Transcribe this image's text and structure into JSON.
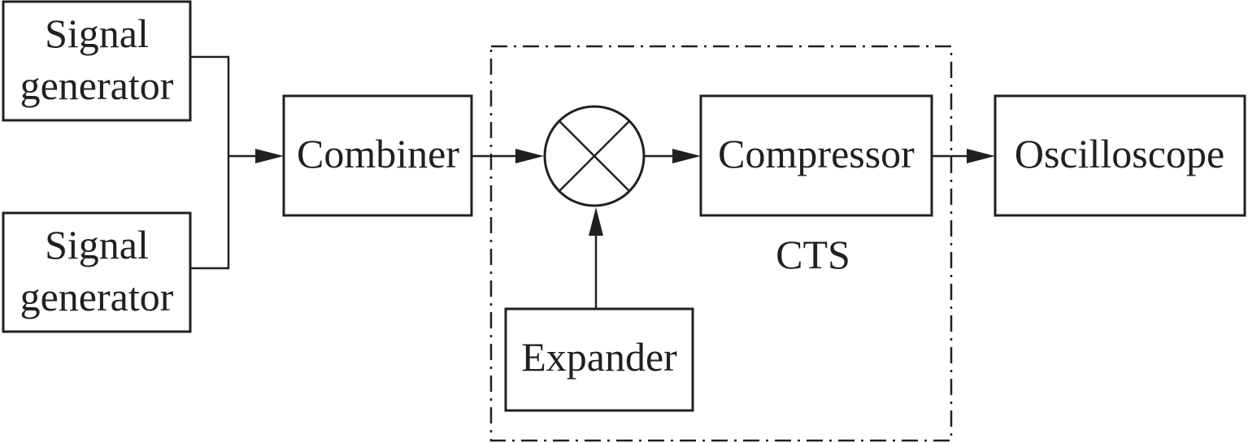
{
  "diagram": {
    "blocks": {
      "signal_generator_1": {
        "line1": "Signal",
        "line2": "generator"
      },
      "signal_generator_2": {
        "line1": "Signal",
        "line2": "generator"
      },
      "combiner": {
        "label": "Combiner"
      },
      "compressor": {
        "label": "Compressor"
      },
      "expander": {
        "label": "Expander"
      },
      "oscilloscope": {
        "label": "Oscilloscope"
      }
    },
    "mixer": {
      "symbol": "mixer-icon"
    },
    "group": {
      "label": "CTS"
    },
    "connections": [
      {
        "from": "signal_generator_1",
        "to": "combiner"
      },
      {
        "from": "signal_generator_2",
        "to": "combiner"
      },
      {
        "from": "combiner",
        "to": "mixer"
      },
      {
        "from": "expander",
        "to": "mixer"
      },
      {
        "from": "mixer",
        "to": "compressor"
      },
      {
        "from": "compressor",
        "to": "oscilloscope"
      }
    ]
  }
}
